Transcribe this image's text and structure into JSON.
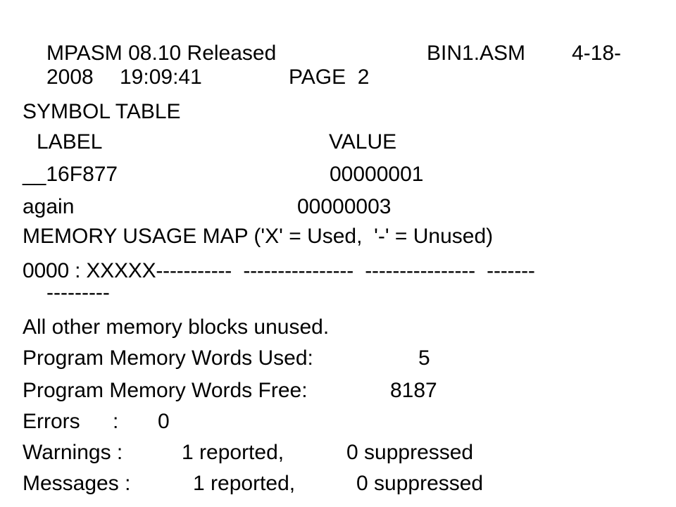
{
  "header": {
    "program": "MPASM 08.10 Released",
    "file": "BIN1.ASM",
    "date_part1": "4-18-",
    "date_part2": "2008",
    "time": "19:09:41",
    "page": "PAGE  2"
  },
  "symbol_table": {
    "title": "SYMBOL TABLE",
    "col_label": "LABEL",
    "col_value": "VALUE",
    "rows": [
      {
        "label": "__16F877",
        "value": "00000001"
      },
      {
        "label": "again",
        "value": "00000003"
      }
    ]
  },
  "memory_map": {
    "title": "MEMORY USAGE MAP ('X' = Used,  '-' = Unused)",
    "line1": "0000 : XXXXX-----------  ----------------  ----------------  -------",
    "line2": "---------",
    "other": "All other memory blocks unused."
  },
  "stats": {
    "used_label": "Program Memory Words Used:",
    "used_value": "5",
    "free_label": "Program Memory Words Free:",
    "free_value": "8187",
    "errors_label": "Errors",
    "errors_sep": ":",
    "errors_value": "0",
    "warnings_label": "Warnings :",
    "warnings_reported": "1 reported,",
    "warnings_suppressed": "0 suppressed",
    "messages_label": "Messages :",
    "messages_reported": "1 reported,",
    "messages_suppressed": "0 suppressed"
  }
}
